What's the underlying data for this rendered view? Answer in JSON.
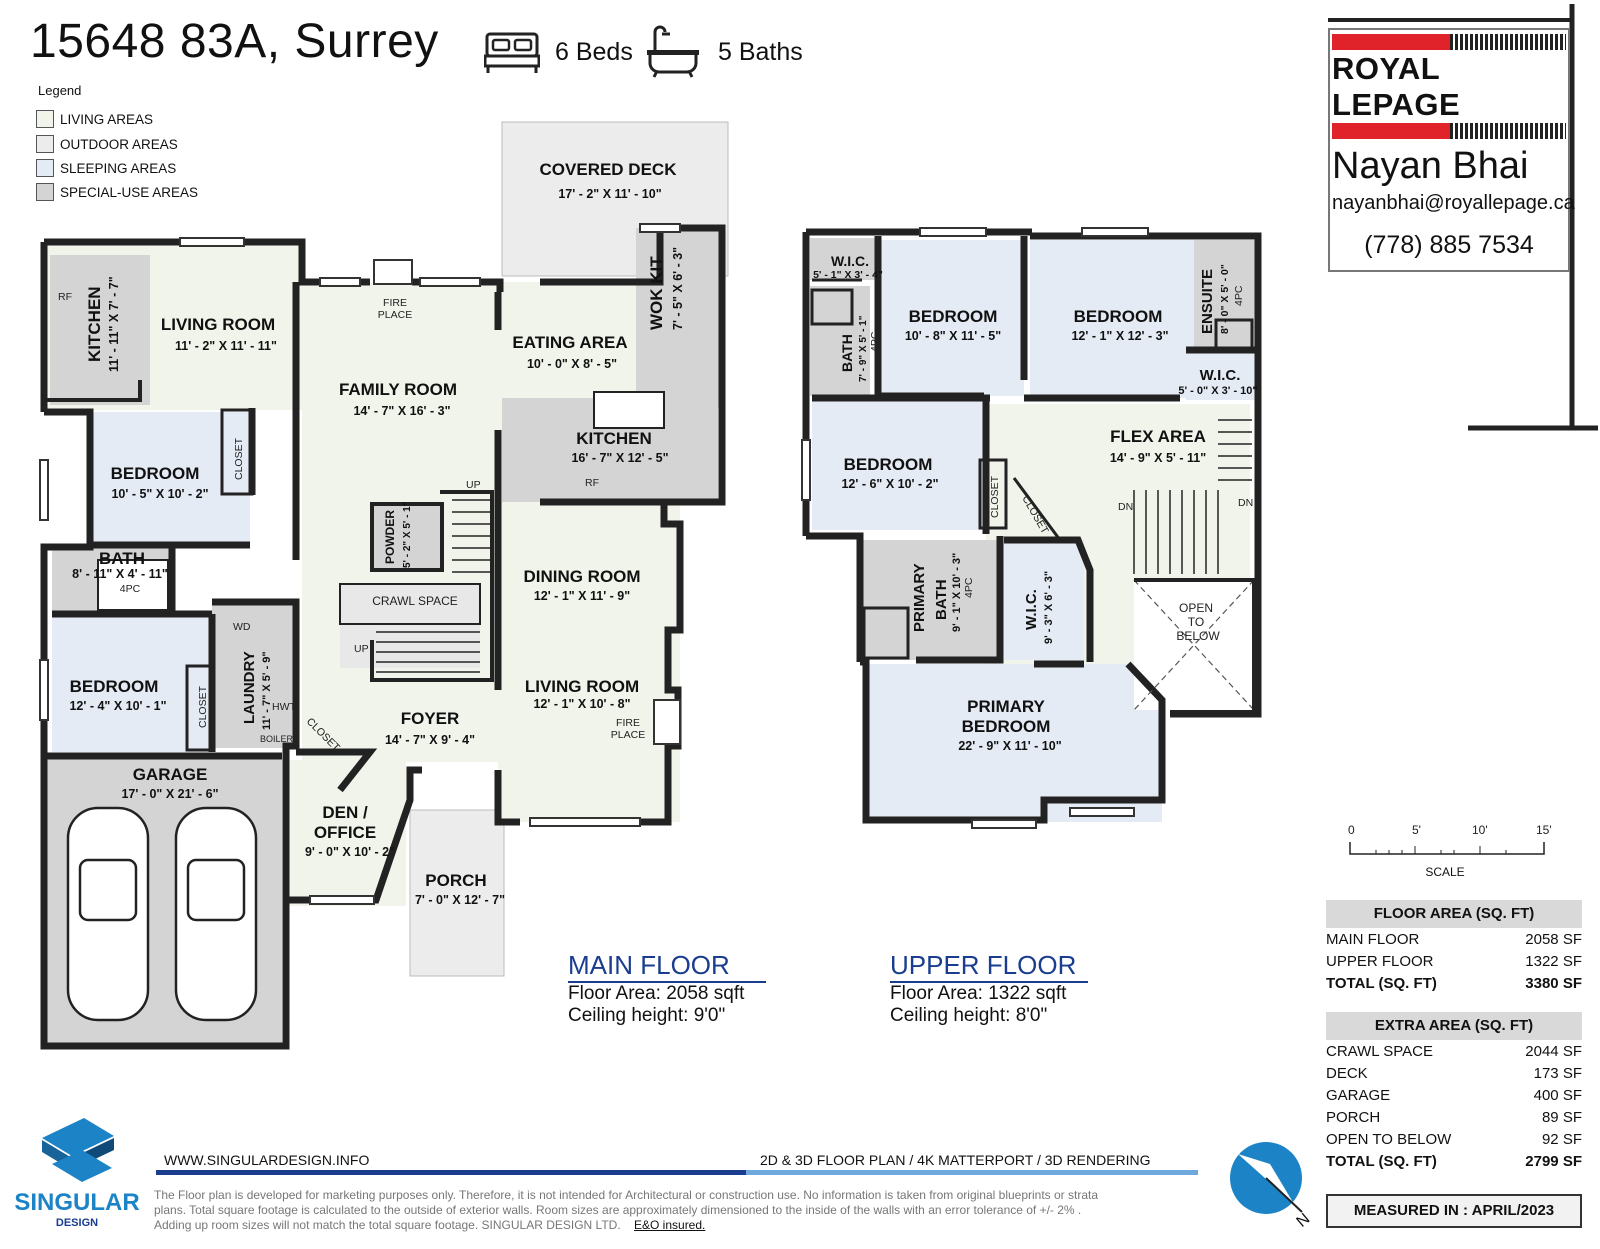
{
  "header": {
    "address": "15648 83A, Surrey",
    "beds": "6 Beds",
    "baths": "5 Baths"
  },
  "legend": {
    "title": "Legend",
    "items": [
      {
        "label": "LIVING AREAS",
        "color": "#f1f4ea"
      },
      {
        "label": "OUTDOOR AREAS",
        "color": "#ececec"
      },
      {
        "label": "SLEEPING AREAS",
        "color": "#e5ebf5"
      },
      {
        "label": "SPECIAL-USE AREAS",
        "color": "#d4d4d4"
      }
    ]
  },
  "colors": {
    "living": "#f1f4ea",
    "outdoor": "#ececec",
    "sleeping": "#e5ebf5",
    "special": "#d4d4d4",
    "wall": "#222222",
    "accent_blue": "#1a3d8f",
    "brand_red": "#e0232a"
  },
  "main_floor": {
    "rooms": {
      "covered_deck": {
        "name": "COVERED DECK",
        "dim": "17' - 2\" X 11' - 10\""
      },
      "living_room_1": {
        "name": "LIVING ROOM",
        "dim": "11' - 2\" X 11' - 11\""
      },
      "kitchen_1": {
        "name": "KITCHEN",
        "dim": "11' - 11\" X 7' - 7\""
      },
      "wok_kit": {
        "name": "WOK KIT",
        "dim": "7' - 5\" X 6' - 3\""
      },
      "eating_area": {
        "name": "EATING AREA",
        "dim": "10' - 0\" X 8' - 5\""
      },
      "family_room": {
        "name": "FAMILY ROOM",
        "dim": "14' - 7\" X 16' - 3\""
      },
      "kitchen_2": {
        "name": "KITCHEN",
        "dim": "16' - 7\" X 12' - 5\""
      },
      "bedroom_1": {
        "name": "BEDROOM",
        "dim": "10' - 5\" X 10' - 2\""
      },
      "bath": {
        "name": "BATH",
        "dim": "8' - 11\" X 4' - 11\"",
        "note": "4PC"
      },
      "powder": {
        "name": "POWDER",
        "dim": "5' - 2\" X 5' - 1\""
      },
      "crawl_space": {
        "name": "CRAWL SPACE"
      },
      "dining_room": {
        "name": "DINING ROOM",
        "dim": "12' - 1\" X 11' - 9\""
      },
      "living_room_2": {
        "name": "LIVING ROOM",
        "dim": "12' - 1\" X 10' - 8\""
      },
      "bedroom_2": {
        "name": "BEDROOM",
        "dim": "12' - 4\" X 10' - 1\""
      },
      "laundry": {
        "name": "LAUNDRY",
        "dim": "11' - 7\" X 5' - 9\""
      },
      "foyer": {
        "name": "FOYER",
        "dim": "14' - 7\" X 9' - 4\""
      },
      "garage": {
        "name": "GARAGE",
        "dim": "17' - 0\" X 21' - 6\""
      },
      "den": {
        "name": "DEN / OFFICE",
        "name_l1": "DEN /",
        "name_l2": "OFFICE",
        "dim": "9' - 0\" X 10' - 2\""
      },
      "porch": {
        "name": "PORCH",
        "dim": "7' - 0\" X 12' - 7\""
      }
    },
    "labels": {
      "fireplace_l1": "FIRE",
      "fireplace_l2": "PLACE",
      "closet": "CLOSET",
      "up": "UP",
      "rf": "RF",
      "wd": "WD",
      "hwt": "HWT",
      "boiler": "BOILER"
    },
    "title": "MAIN FLOOR",
    "floor_area": "Floor Area: 2058 sqft",
    "ceiling": "Ceiling height: 9'0\""
  },
  "upper_floor": {
    "rooms": {
      "wic_1": {
        "name": "W.I.C.",
        "dim": "5' - 1\" X 3' - 4\""
      },
      "bath": {
        "name": "BATH",
        "dim": "7' - 9\" X 5' - 1\"",
        "note": "4PC"
      },
      "bedroom_1": {
        "name": "BEDROOM",
        "dim": "10' - 8\" X 11' - 5\""
      },
      "bedroom_2": {
        "name": "BEDROOM",
        "dim": "12' - 1\" X 12' - 3\""
      },
      "ensuite": {
        "name": "ENSUITE",
        "dim": "8' - 0\" X 5' - 0\"",
        "note": "4PC"
      },
      "wic_2": {
        "name": "W.I.C.",
        "dim": "5' - 0\" X 3' - 10\""
      },
      "bedroom_3": {
        "name": "BEDROOM",
        "dim": "12' - 6\" X 10' - 2\""
      },
      "flex_area": {
        "name": "FLEX AREA",
        "dim": "14' - 9\" X 5' - 11\""
      },
      "primary_bath": {
        "name": "PRIMARY BATH",
        "name_l1": "PRIMARY",
        "name_l2": "BATH",
        "dim": "9' - 1\" X 10' - 3\"",
        "note": "4PC"
      },
      "wic_3": {
        "name": "W.I.C.",
        "dim": "9' - 3\" X 6' - 3\""
      },
      "open_to_below": {
        "name": "OPEN TO BELOW",
        "l1": "OPEN",
        "l2": "TO",
        "l3": "BELOW"
      },
      "primary_bedroom": {
        "name": "PRIMARY BEDROOM",
        "name_l1": "PRIMARY",
        "name_l2": "BEDROOM",
        "dim": "22' - 9\" X 11' - 10\""
      }
    },
    "labels": {
      "closet": "CLOSET",
      "dn": "DN"
    },
    "title": "UPPER FLOOR",
    "floor_area": "Floor Area: 1322 sqft",
    "ceiling": "Ceiling height: 8'0\""
  },
  "agent": {
    "brand": "ROYAL LEPAGE",
    "name": "Nayan Bhai",
    "email": "nayanbhai@royallepage.ca",
    "phone": "(778) 885 7534"
  },
  "scale": {
    "ticks": [
      "0",
      "5'",
      "10'",
      "15'"
    ],
    "label": "SCALE"
  },
  "floor_area_table": {
    "title": "FLOOR AREA (SQ. FT)",
    "rows": [
      {
        "label": "MAIN FLOOR",
        "value": "2058 SF"
      },
      {
        "label": "UPPER FLOOR",
        "value": "1322 SF"
      }
    ],
    "total": {
      "label": "TOTAL (SQ. FT)",
      "value": "3380 SF"
    }
  },
  "extra_area_table": {
    "title": "EXTRA AREA (SQ. FT)",
    "rows": [
      {
        "label": "CRAWL SPACE",
        "value": "2044 SF"
      },
      {
        "label": "DECK",
        "value": "173 SF"
      },
      {
        "label": "GARAGE",
        "value": "400 SF"
      },
      {
        "label": "PORCH",
        "value": "89 SF"
      },
      {
        "label": "OPEN TO BELOW",
        "value": "92 SF"
      }
    ],
    "total": {
      "label": "TOTAL (SQ. FT)",
      "value": "2799 SF"
    }
  },
  "measured": "MEASURED IN : APRIL/2023",
  "footer": {
    "logo_l1": "SINGULAR",
    "logo_l2": "DESIGN",
    "website": "WWW.SINGULARDESIGN.INFO",
    "services": "2D & 3D FLOOR PLAN / 4K MATTERPORT / 3D RENDERING",
    "disclaimer_1": "The Floor plan is developed for marketing purposes only. Therefore, it is not intended for Architectural or construction use. No information is taken from original blueprints or strata",
    "disclaimer_2": "plans. Total square footage is calculated to the outside of exterior walls. Room sizes are approximately dimensioned to the inside of the walls with an error tolerance of +/- 2% .",
    "disclaimer_3": "Adding up room sizes will not match the total square footage. SINGULAR DESIGN LTD.",
    "eo": "E&O insured.",
    "north": "N"
  }
}
